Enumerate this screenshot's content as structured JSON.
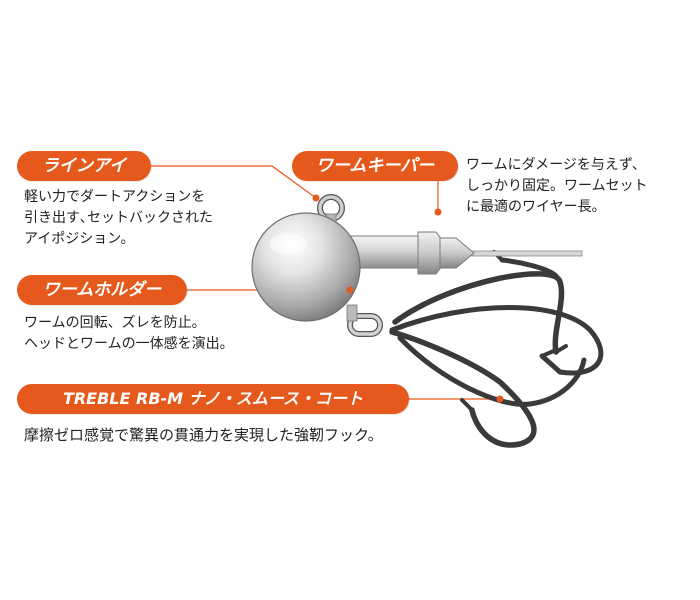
{
  "colors": {
    "accent": "#e55a1c",
    "text": "#222222",
    "hook": "#3a3a3a",
    "metal_light": "#f2f2f2",
    "metal_dark": "#8c8c8c"
  },
  "callouts": {
    "line_eye": {
      "label": "ラインアイ",
      "desc": [
        "軽い力でダートアクションを",
        "引き出す､セットバックされた",
        "アイポジション。"
      ]
    },
    "worm_keeper": {
      "label": "ワームキーパー",
      "desc": [
        "ワームにダメージを与えず、",
        "しっかり固定。ワームセット",
        "に最適のワイヤー長。"
      ]
    },
    "worm_holder": {
      "label": "ワームホルダー",
      "desc": [
        "ワームの回転、ズレを防止。",
        "ヘッドとワームの一体感を演出。"
      ]
    },
    "treble": {
      "label": "TREBLE RB-M ナノ・スムース・コート",
      "desc": [
        "摩擦ゼロ感覚で驚異の貫通力を実現した強靭フック。"
      ]
    }
  }
}
